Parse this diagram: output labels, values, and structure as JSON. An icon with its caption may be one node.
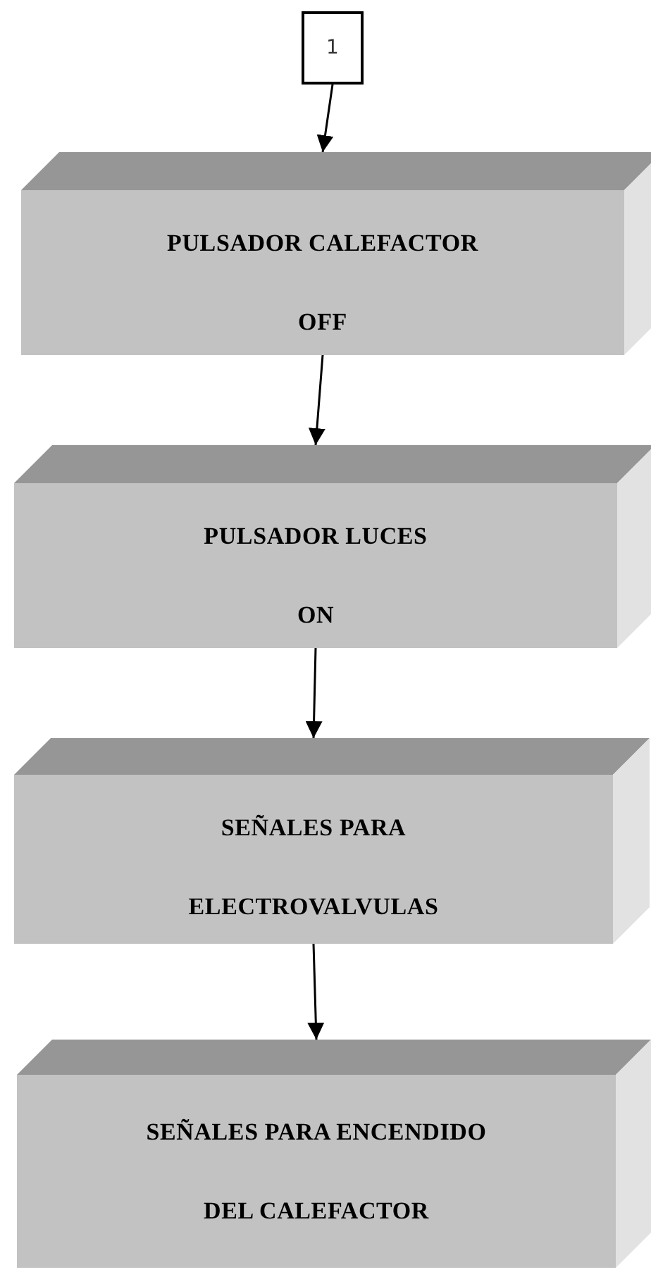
{
  "diagram": {
    "nodes": [
      {
        "text": [
          "1"
        ]
      },
      {
        "text": [
          "PULSADOR CALEFACTOR",
          "OFF"
        ]
      },
      {
        "text": [
          "PULSADOR LUCES",
          "ON"
        ]
      },
      {
        "text": [
          "SEÑALES PARA ELECTROVALVULAS"
        ]
      },
      {
        "text": [
          "SEÑALES PARA ENCENDIDO DEL CALEFACTOR"
        ]
      }
    ],
    "edges": [
      {
        "from": 0,
        "to": 1,
        "arrow": "to"
      },
      {
        "from": 1,
        "to": 2,
        "arrow": "to"
      },
      {
        "from": 2,
        "to": 3,
        "arrow": "to"
      },
      {
        "from": 3,
        "to": 4,
        "arrow": "to"
      }
    ]
  }
}
